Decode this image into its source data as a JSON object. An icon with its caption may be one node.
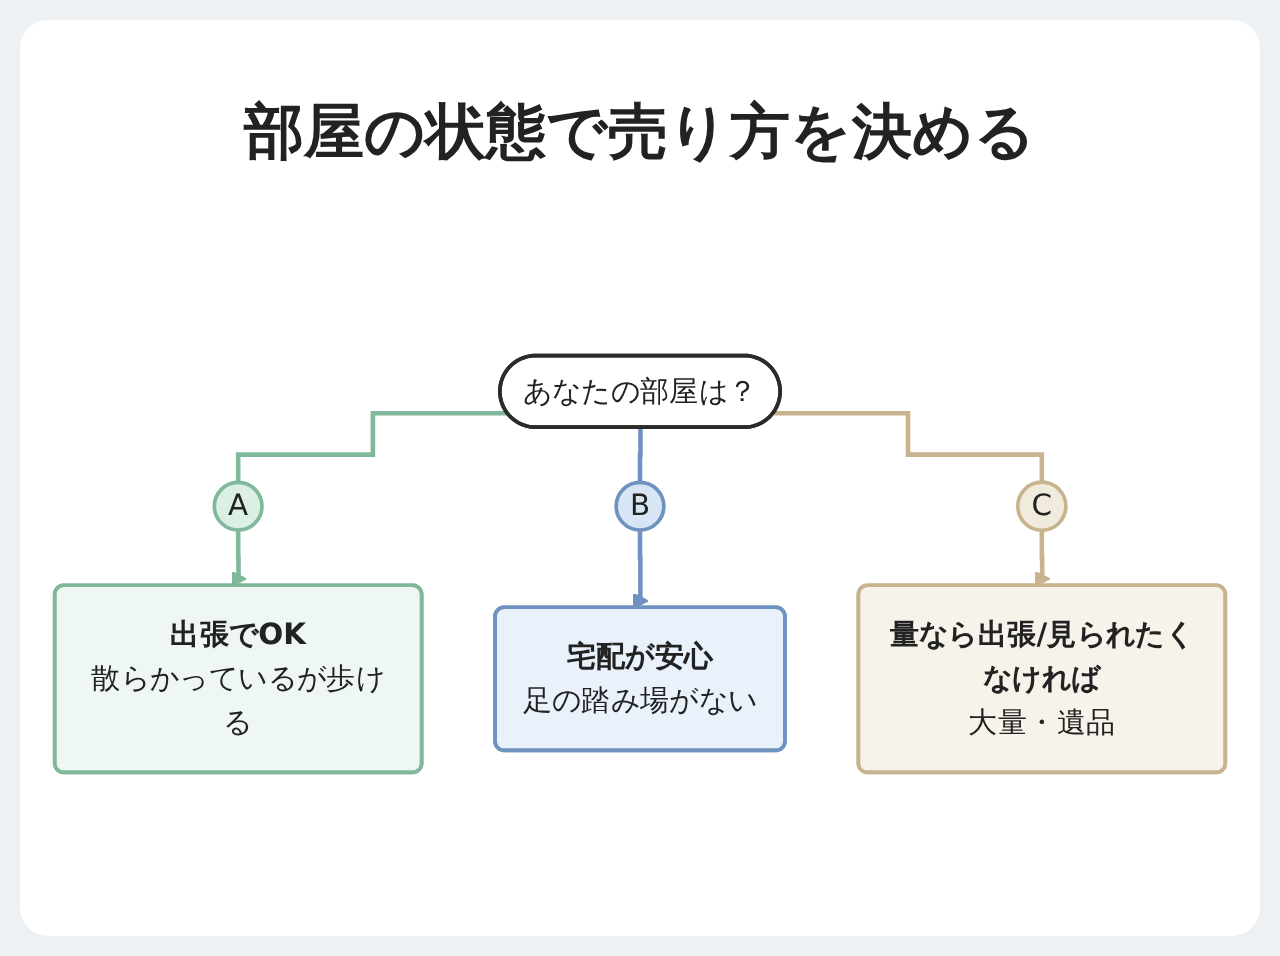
{
  "diagram": {
    "title": "部屋の状態で売り方を決める",
    "nodes": [
      {
        "text": [
          "あなたの部屋は？"
        ]
      },
      {
        "text": [
          "A"
        ]
      },
      {
        "text": [
          "B"
        ]
      },
      {
        "text": [
          "C"
        ]
      },
      {
        "text": [
          "出張でOK",
          "散らかっているが歩ける"
        ]
      },
      {
        "text": [
          "宅配が安心",
          "足の踏み場がない"
        ]
      },
      {
        "text": [
          "量なら出張/見られたくなければ",
          "大量・遺品"
        ]
      }
    ],
    "edges": [
      {
        "from": 0,
        "to": 1,
        "arrow": "none",
        "color": "#7fb89a"
      },
      {
        "from": 1,
        "to": 4,
        "arrow": "to",
        "color": "#7fb89a"
      },
      {
        "from": 0,
        "to": 2,
        "arrow": "none",
        "color": "#6f93c0"
      },
      {
        "from": 2,
        "to": 5,
        "arrow": "to",
        "color": "#6f93c0"
      },
      {
        "from": 0,
        "to": 3,
        "arrow": "none",
        "color": "#c8b38f"
      },
      {
        "from": 3,
        "to": 6,
        "arrow": "to",
        "color": "#c8b38f"
      }
    ]
  }
}
